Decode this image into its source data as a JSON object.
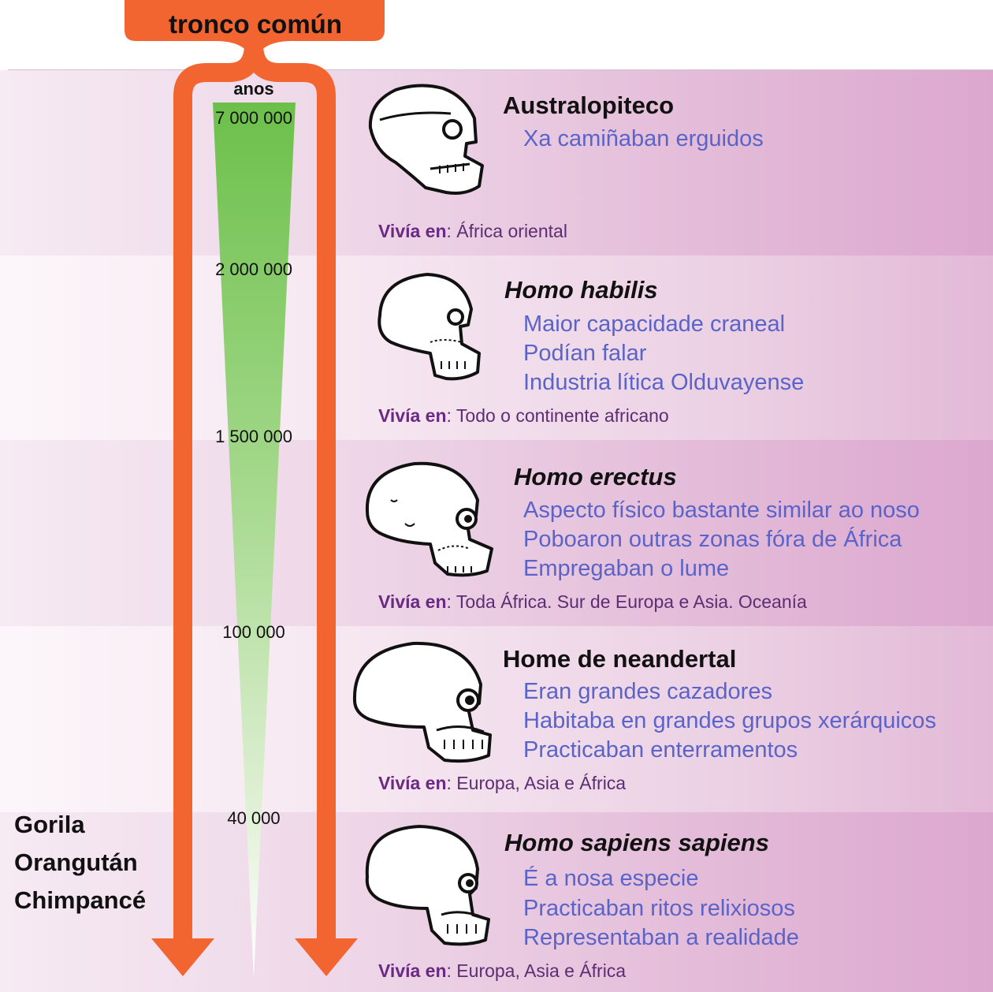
{
  "header": {
    "trunk_label": "tronco común",
    "years_label": "anos"
  },
  "timeline": {
    "ticks": [
      "7 000 000",
      "2 000 000",
      "1 500 000",
      "100 000",
      "40 000"
    ]
  },
  "apes": [
    "Gorila",
    "Orangután",
    "Chimpancé"
  ],
  "lived_prefix": "Vivía en",
  "species": [
    {
      "name": "Australopiteco",
      "italic": false,
      "skull": "australopithecus-skull-icon",
      "features": [
        "Xa camiñaban erguidos"
      ],
      "lived_in": ": África oriental"
    },
    {
      "name": "Homo habilis",
      "italic": true,
      "skull": "homo-habilis-skull-icon",
      "features": [
        "Maior capacidade craneal",
        "Podían falar",
        "Industria lítica Olduvayense"
      ],
      "lived_in": ": Todo o continente africano"
    },
    {
      "name": "Homo erectus",
      "italic": true,
      "skull": "homo-erectus-skull-icon",
      "features": [
        "Aspecto físico bastante similar ao noso",
        "Poboaron outras zonas fóra de África",
        "Empregaban o lume"
      ],
      "lived_in": ": Toda África. Sur de Europa e Asia. Oceanía"
    },
    {
      "name": "Home de neandertal",
      "italic": false,
      "skull": "neanderthal-skull-icon",
      "features": [
        "Eran grandes cazadores",
        "Habitaba en grandes grupos xerárquicos",
        "Practicaban enterramentos"
      ],
      "lived_in": ": Europa, Asia e África"
    },
    {
      "name": "Homo sapiens sapiens",
      "italic": true,
      "skull": "homo-sapiens-skull-icon",
      "features": [
        "É a nosa especie",
        "Practicaban ritos relixiosos",
        "Representaban a realidade"
      ],
      "lived_in": ": Europa, Asia e África"
    }
  ],
  "colors": {
    "arrow": "#f26430",
    "wedge_top": "#6cc04a",
    "feature_text": "#5a64c8",
    "lived_text": "#5c2d73"
  }
}
